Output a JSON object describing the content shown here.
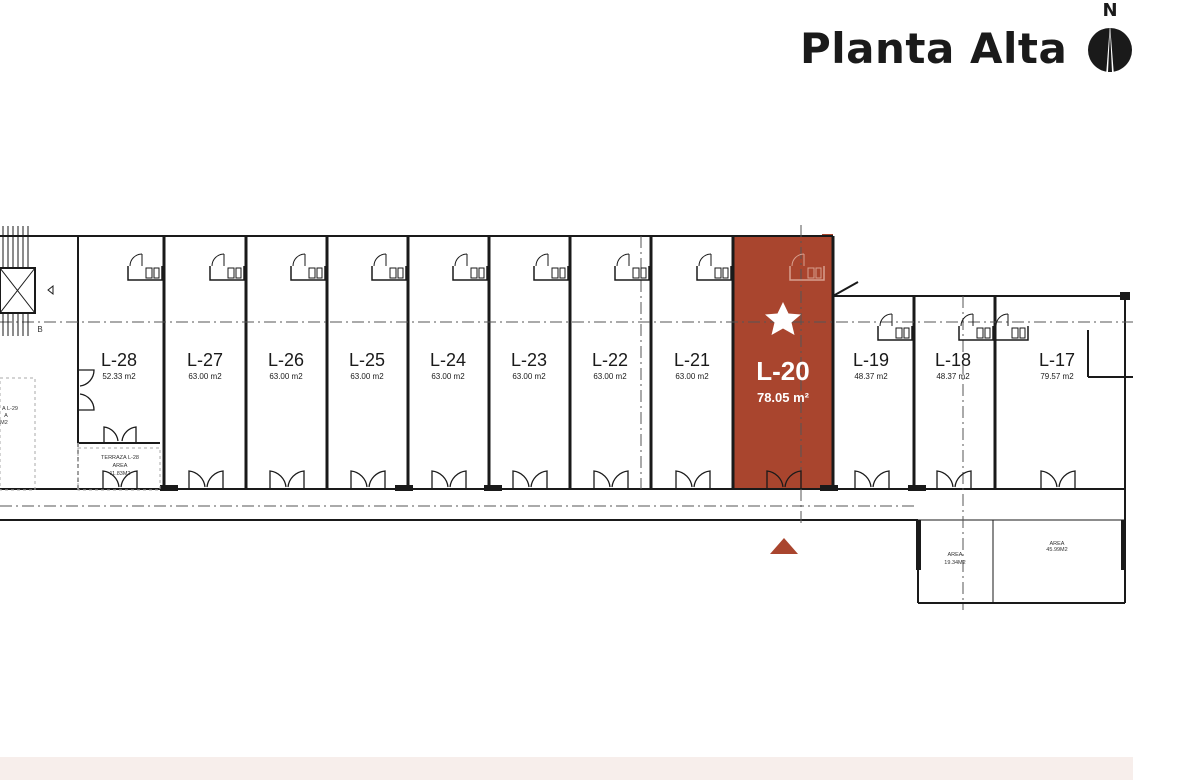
{
  "header": {
    "title": "Planta Alta",
    "compass_label": "N"
  },
  "colors": {
    "highlight": "#a9452e",
    "ink": "#1a1a1a",
    "footer": "#f7eeeb"
  },
  "units": [
    {
      "id": "L-28",
      "area": "52.33 m2"
    },
    {
      "id": "L-27",
      "area": "63.00 m2"
    },
    {
      "id": "L-26",
      "area": "63.00 m2"
    },
    {
      "id": "L-25",
      "area": "63.00 m2"
    },
    {
      "id": "L-24",
      "area": "63.00 m2"
    },
    {
      "id": "L-23",
      "area": "63.00 m2"
    },
    {
      "id": "L-22",
      "area": "63.00 m2"
    },
    {
      "id": "L-21",
      "area": "63.00 m2"
    },
    {
      "id": "L-20",
      "area": "78.05 m²",
      "highlighted": true
    },
    {
      "id": "L-19",
      "area": "48.37 m2"
    },
    {
      "id": "L-18",
      "area": "48.37 m2"
    },
    {
      "id": "L-17",
      "area": "79.57 m2"
    }
  ],
  "annotations": {
    "terrace_l28": [
      "TERRAZA L-28",
      "AREA",
      "11.83M2"
    ],
    "terrace_l29": [
      "A L-29",
      "A",
      "M2"
    ],
    "area_small": [
      "AREA",
      "19.34M2"
    ],
    "area_large": [
      "AREA",
      "45.99M2"
    ],
    "marker_b": "B"
  },
  "icons": {
    "selected_unit": "star-icon",
    "entrance": "triangle-up-icon",
    "north": "north-arrow-icon"
  }
}
